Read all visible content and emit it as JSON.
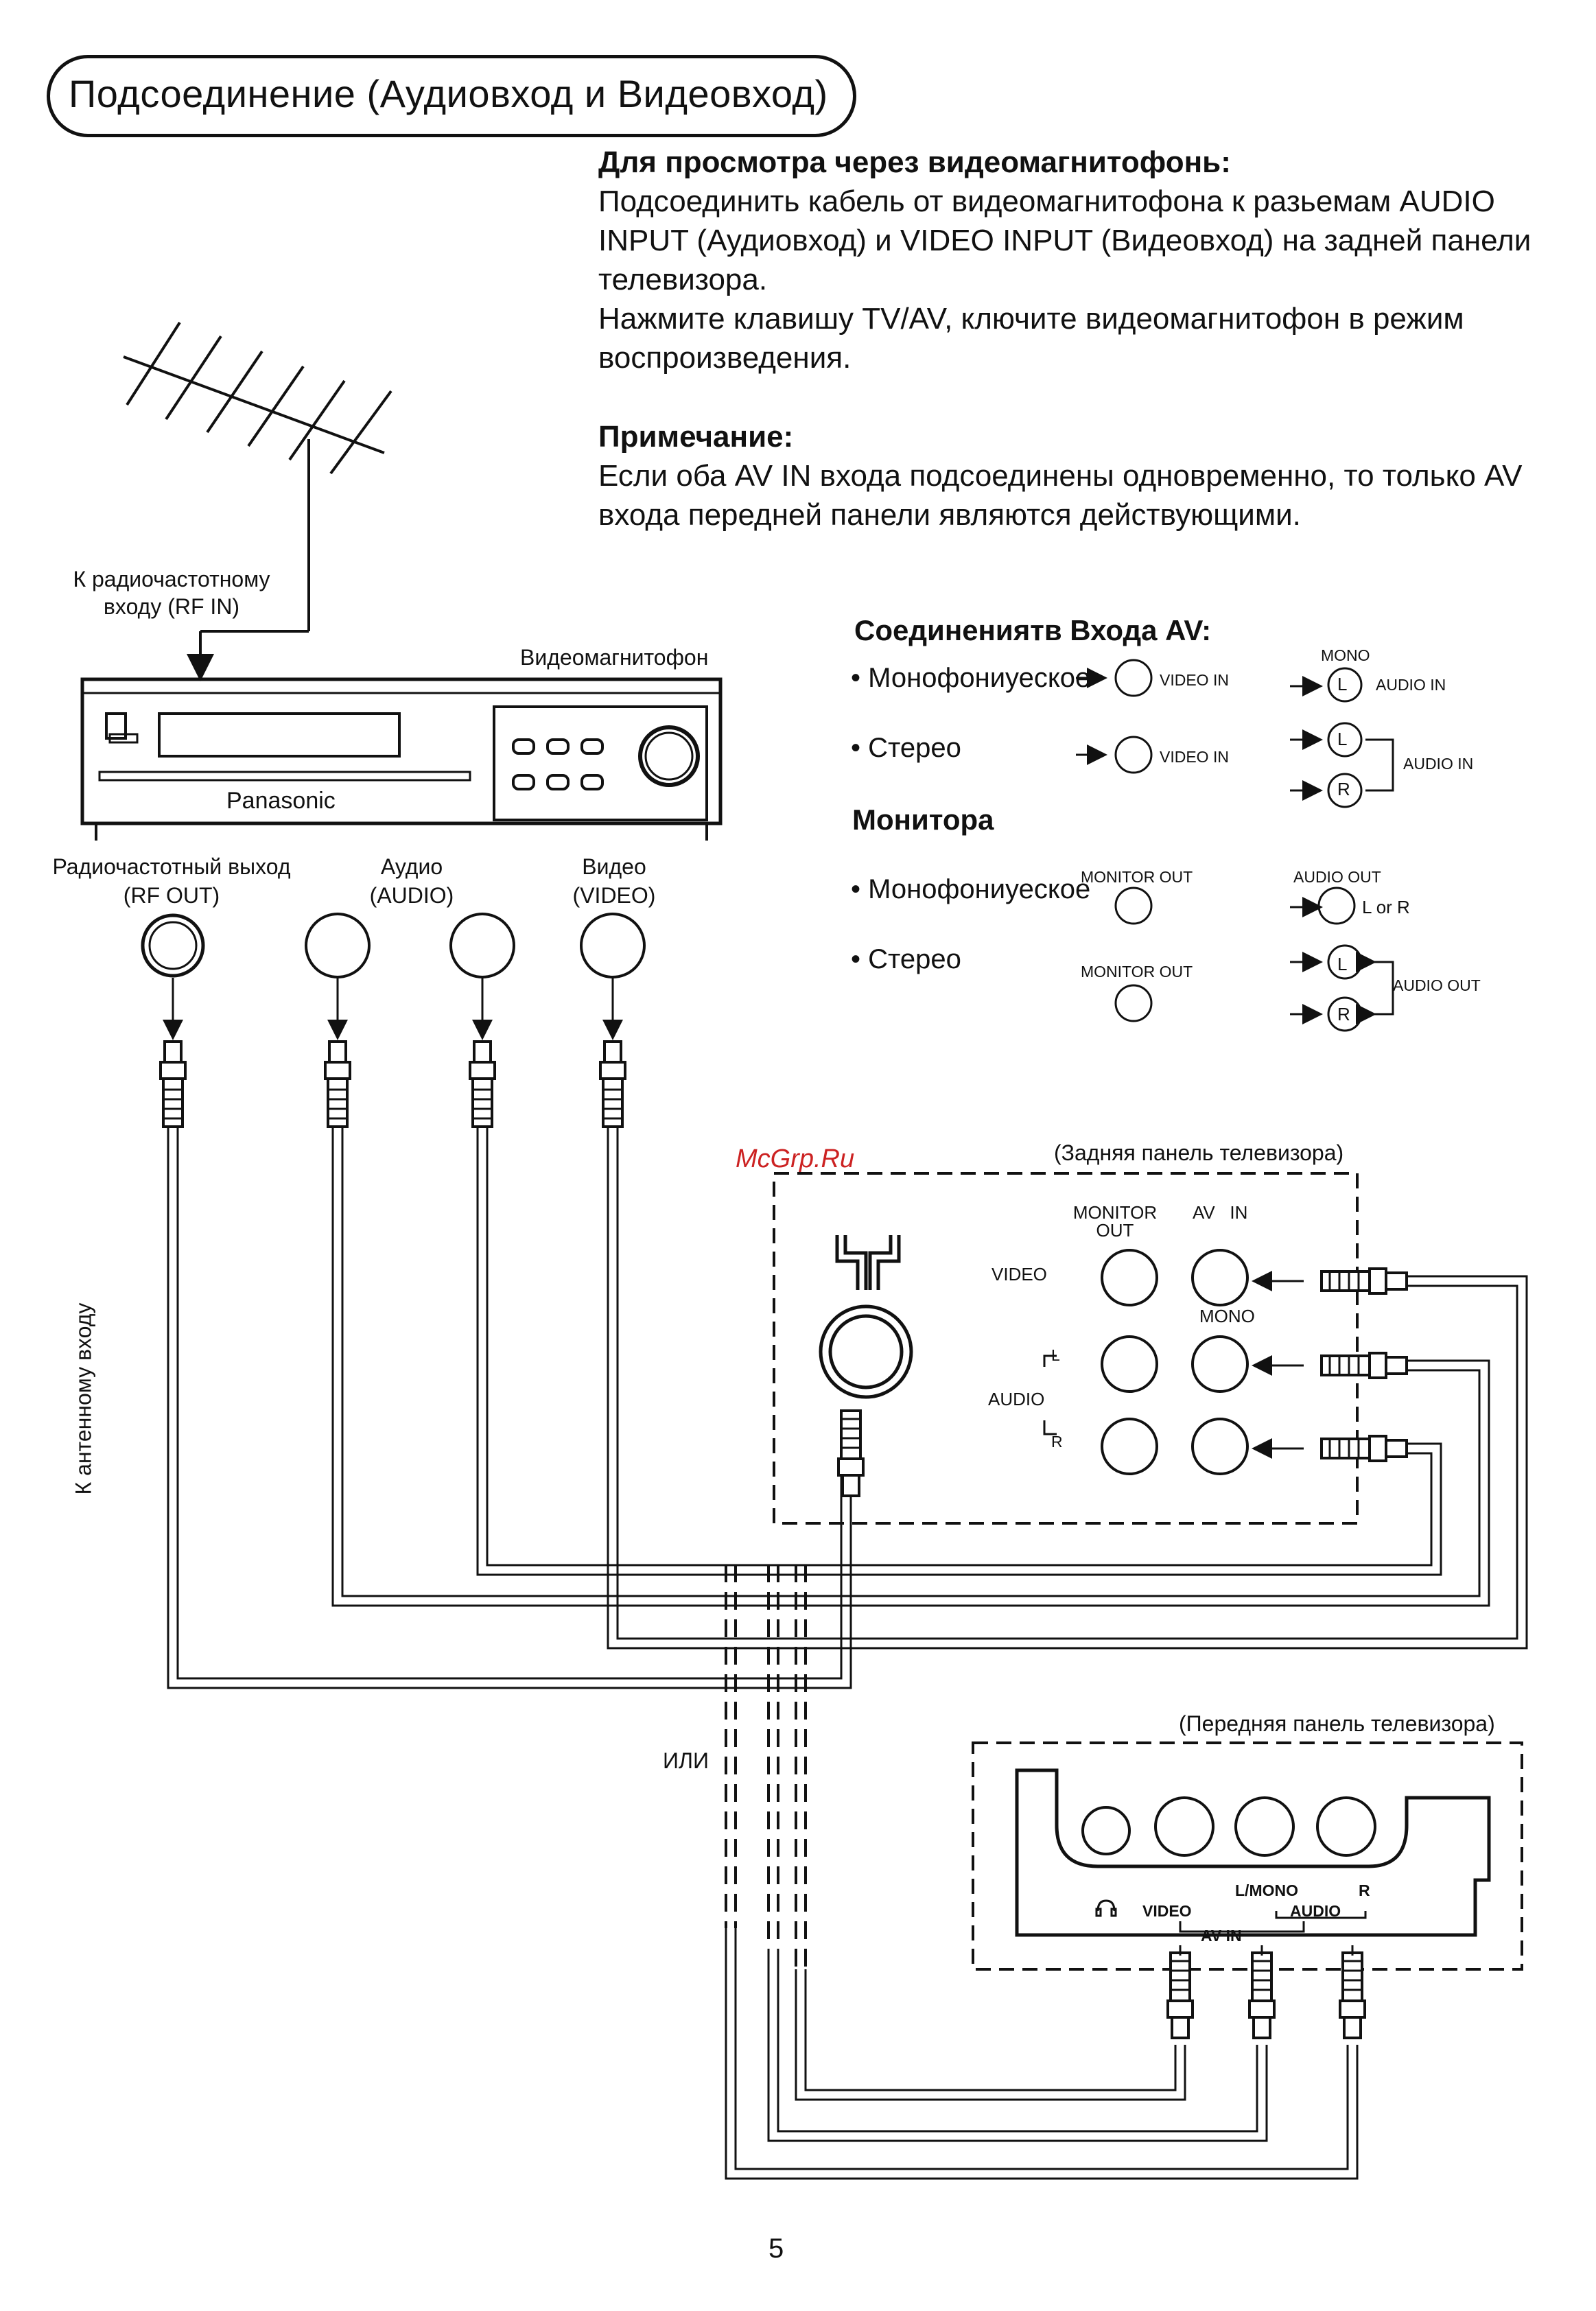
{
  "title": "Подсоединение (Аудиовход и Видеовход)",
  "vcr_section": {
    "heading": "Для просмотра через видеомагнитофонь:",
    "lines": [
      "Подсоединить кабель от видеомагнитофона к разьемам AUDIO",
      "INPUT (Аудиовход) и VIDEO INPUT (Видеовход) на задней панели",
      "телевизора.",
      "Нажмите клавишу TV/AV, ключите видеомагнитофон в режим",
      "воспроизведения."
    ]
  },
  "note": {
    "heading": "Примечание:",
    "lines": [
      "Если оба AV IN входа подсоединены одновременно, то только AV",
      "входа передней панели являются действующими."
    ]
  },
  "antenna": {
    "label_line1": "К радиочастотному",
    "label_line2": "входу (RF IN)"
  },
  "vcr": {
    "label": "Видеомагнитофон",
    "brand": "Panasonic",
    "outputs": [
      {
        "line1": "Радиочастотный выход",
        "line2": "(RF OUT)"
      },
      {
        "line1": "Аудио",
        "line2": "(AUDIO)"
      },
      {
        "line1": "Видео",
        "line2": "(VIDEO)"
      }
    ]
  },
  "av_legend": {
    "inputs_heading": "Соединениятв Входа AV:",
    "monitor_heading": "Монитора",
    "mono": "• Монофониуеское",
    "stereo": "• Стерео",
    "video_in": "VIDEO IN",
    "mono_small": "MONO",
    "audio_in": "AUDIO IN",
    "monitor_out": "MONITOR OUT",
    "audio_out": "AUDIO OUT",
    "l_or_r": "L or R",
    "L": "L",
    "R": "R"
  },
  "rear_panel": {
    "caption": "(Задняя панель телевизора)",
    "monitor_out_line1": "MONITOR",
    "monitor_out_line2": "OUT",
    "av_in": "AV   IN",
    "video": "VIDEO",
    "mono": "MONO",
    "audio": "AUDIO",
    "L": "L",
    "R": "R"
  },
  "antenna_cable_label": "К антенному входу",
  "or_label": "ИЛИ",
  "front_panel": {
    "caption": "(Передняя панель телевизора)",
    "l_mono": "L/MONO",
    "r": "R",
    "video": "VIDEO",
    "audio": "AUDIO",
    "av_in": "AV IN"
  },
  "watermark": "McGrp.Ru",
  "page_number": "5",
  "colors": {
    "watermark": "#cc2222",
    "ink": "#111111"
  }
}
